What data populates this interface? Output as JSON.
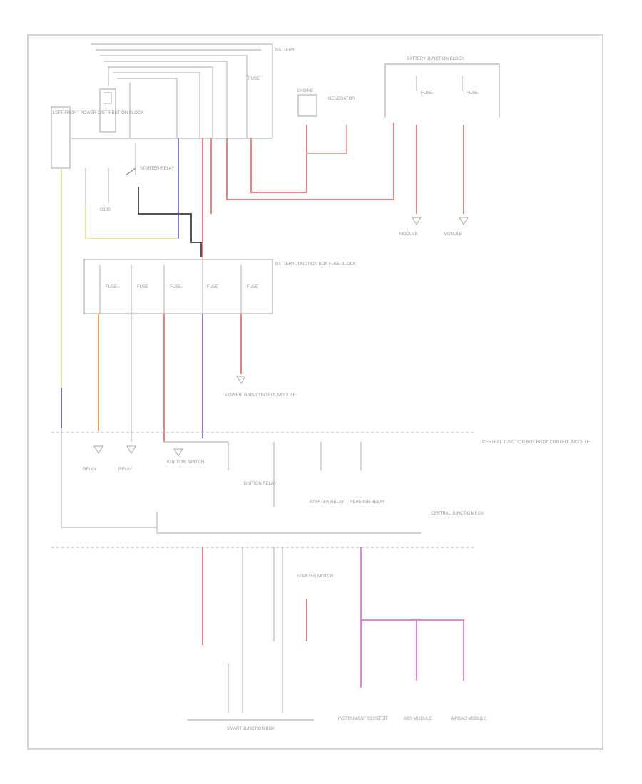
{
  "diagram": {
    "footer_code": "",
    "colors": {
      "frame": "#c8c8c8",
      "red": "#f08080",
      "blue": "#6a6ae0",
      "pink": "#ee7ee6",
      "yellow": "#e6e2a8",
      "orange": "#f2a24a",
      "purple": "#a070d0",
      "black": "#444444",
      "gray": "#bdbdbd"
    },
    "components": {
      "battery_main": "BATTERY",
      "fuse_main": "FUSE",
      "battery_junction": "BATTERY JUNCTION BLOCK",
      "fuse_a": "FUSE",
      "fuse_b": "FUSE",
      "left_block": "LEFT FRONT POWER DISTRIBUTION BLOCK",
      "starter_relay": "STARTER RELAY",
      "engine_box": "ENGINE",
      "generator": "GENERATOR",
      "ground_1": "G100",
      "fused_junction": "BATTERY JUNCTION BOX FUSE BLOCK",
      "fuse_1": "FUSE",
      "fuse_2": "FUSE",
      "fuse_3": "FUSE",
      "fuse_4": "FUSE",
      "fuse_5": "FUSE",
      "pcm": "POWERTRAIN CONTROL MODULE",
      "central_junction": "CENTRAL JUNCTION BOX BODY CONTROL MODULE",
      "ignition_sw": "IGNITION SWITCH",
      "relay_1": "RELAY",
      "relay_2": "RELAY",
      "ignition_relay": "IGNITION RELAY",
      "starter_relay_2": "STARTER RELAY",
      "reverse_relay": "REVERSE RELAY",
      "central_junction_2": "CENTRAL JUNCTION BOX",
      "starter_motor": "STARTER MOTOR",
      "smart_junction": "SMART JUNCTION BOX",
      "instrument": "INSTRUMENT CLUSTER",
      "module_1": "ABS MODULE",
      "module_2": "AIRBAG MODULE",
      "module_3": "MODULE",
      "module_4": "MODULE"
    }
  }
}
